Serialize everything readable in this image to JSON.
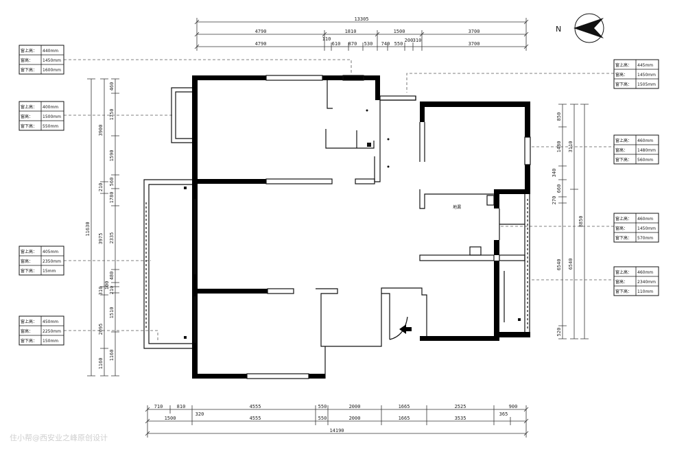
{
  "compass": {
    "label": "N"
  },
  "top_dims": {
    "overall": "13305",
    "row1": [
      "4790",
      "1810",
      "1500",
      "3700"
    ],
    "row2": [
      "4790",
      "110",
      "610",
      "870",
      "530",
      "740",
      "550",
      "200",
      "310",
      "3700"
    ]
  },
  "bottom_dims": {
    "row1": [
      "710",
      "810",
      "4555",
      "550",
      "2000",
      "1665",
      "2525",
      "900"
    ],
    "row2": [
      "1500",
      "320",
      "4555",
      "550",
      "2000",
      "1665",
      "3535",
      "365"
    ],
    "overall": "14190"
  },
  "left_dims": {
    "overall": "11630",
    "outer": [
      "3900",
      "210",
      "3975",
      "310",
      "2095",
      "1160"
    ],
    "inner": [
      "460",
      "1750",
      "1590",
      "560",
      "1780",
      "2335",
      "480",
      "100",
      "210",
      "1510",
      "1160"
    ]
  },
  "right_dims": {
    "outer": "8850",
    "mid": [
      "3110",
      "6540"
    ],
    "inner": [
      "850",
      "1480",
      "340",
      "660",
      "270",
      "6540",
      "520"
    ]
  },
  "window_legends": [
    {
      "id": "L1",
      "rows": [
        "窗上高：",
        "窗高：",
        "窗下高："
      ],
      "values": [
        "440mm",
        "1450mm",
        "1600mm"
      ]
    },
    {
      "id": "L2",
      "rows": [
        "窗上高：",
        "窗高：",
        "窗下高："
      ],
      "values": [
        "400mm",
        "1500mm",
        "550mm"
      ]
    },
    {
      "id": "L3",
      "rows": [
        "窗上高：",
        "窗高：",
        "窗下高："
      ],
      "values": [
        "405mm",
        "2350mm",
        "15mm"
      ]
    },
    {
      "id": "L4",
      "rows": [
        "窗上高：",
        "窗高：",
        "窗下高："
      ],
      "values": [
        "450mm",
        "2250mm",
        "150mm"
      ]
    },
    {
      "id": "R1",
      "rows": [
        "窗上高：",
        "窗高：",
        "窗下高："
      ],
      "values": [
        "445mm",
        "1450mm",
        "1505mm"
      ]
    },
    {
      "id": "R2",
      "rows": [
        "窗上高：",
        "窗高：",
        "窗下高："
      ],
      "values": [
        "460mm",
        "1480mm",
        "560mm"
      ]
    },
    {
      "id": "R3",
      "rows": [
        "窗上高：",
        "窗高：",
        "窗下高："
      ],
      "values": [
        "460mm",
        "1450mm",
        "570mm"
      ]
    },
    {
      "id": "R4",
      "rows": [
        "窗上高：",
        "窗高：",
        "窗下高："
      ],
      "values": [
        "460mm",
        "2340mm",
        "110mm"
      ]
    }
  ],
  "room_label": "地漏",
  "watermark": "住小帮@西安业之峰原创设计",
  "colors": {
    "wall": "#000000",
    "line": "#333333",
    "watermark": "#cfcfcf"
  }
}
